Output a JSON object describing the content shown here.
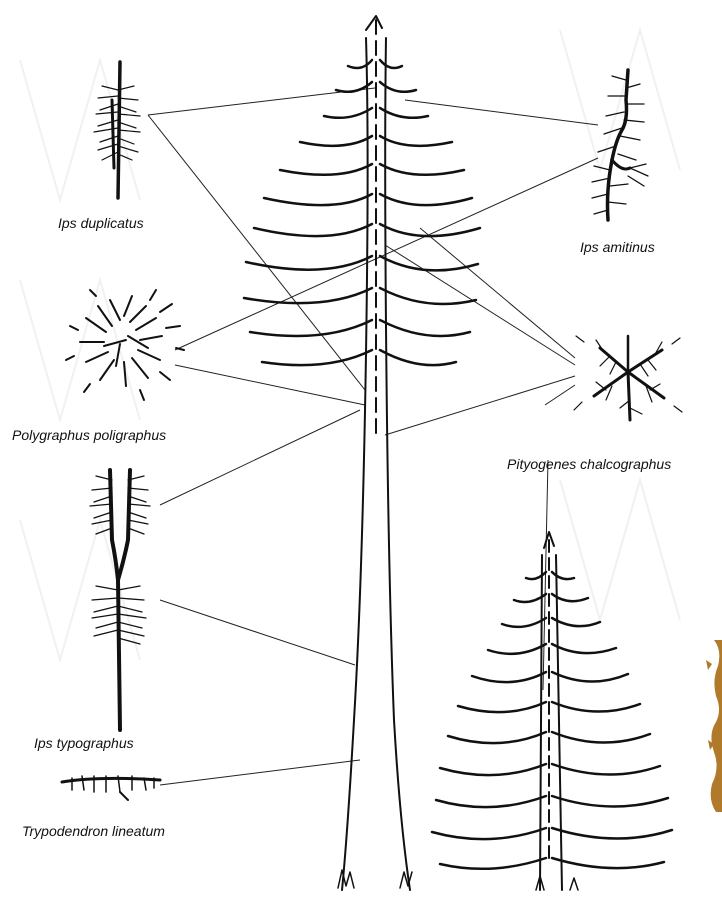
{
  "species": [
    {
      "key": "ips-duplicatus",
      "name": "Ips duplicatus"
    },
    {
      "key": "ips-amitinus",
      "name": "Ips amitinus"
    },
    {
      "key": "polygraphus-poligraphus",
      "name": "Polygraphus poligraphus"
    },
    {
      "key": "pityogenes-chalcographus",
      "name": "Pityogenes chalcographus"
    },
    {
      "key": "ips-typographus",
      "name": "Ips typographus"
    },
    {
      "key": "trypodendron-lineatum",
      "name": "Trypodendron lineatum"
    }
  ],
  "colors": {
    "ink": "#111111",
    "leader_line": "#222222",
    "background": "#ffffff",
    "bark_fragment": "#b07a2a"
  }
}
